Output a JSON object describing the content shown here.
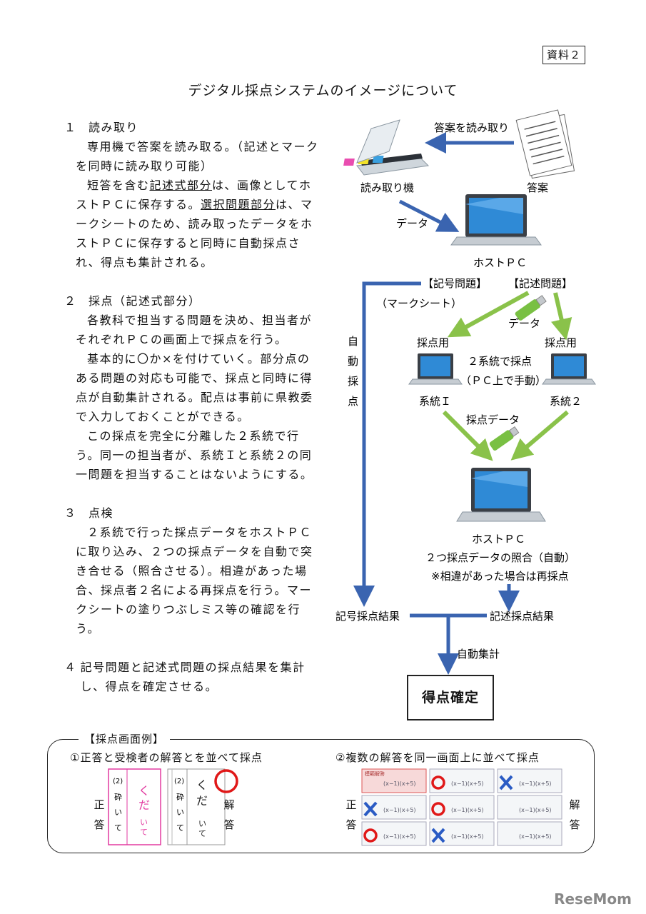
{
  "doc_tag": "資料２",
  "title": "デジタル採点システムのイメージについて",
  "sections": [
    {
      "num": "１",
      "heading": "読み取り",
      "paragraphs": [
        [
          "専用機で答案を読み取る。（記述とマークを同時に読み取り可能）"
        ],
        [
          "短答を含む",
          "記述式部分",
          "は、画像としてホストＰＣに保存する。",
          "選択問題部分",
          "は、マークシートのため、読み取ったデータをホストＰＣに保存すると同時に自動採点され、得点も集計される。"
        ]
      ]
    },
    {
      "num": "２",
      "heading": "採点（記述式部分）",
      "paragraphs": [
        [
          "各教科で担当する問題を決め、担当者がそれぞれＰＣの画面上で採点を行う。"
        ],
        [
          "基本的に〇か×を付けていく。部分点のある問題の対応も可能で、採点と同時に得点が自動集計される。配点は事前に県教委で入力しておくことができる。"
        ],
        [
          "この採点を完全に分離した２系統で行う。同一の担当者が、系統Ｉと系統２の同一問題を担当することはないようにする。"
        ]
      ]
    },
    {
      "num": "３",
      "heading": "点検",
      "paragraphs": [
        [
          "２系統で行った採点データをホストＰＣに取り込み、２つの採点データを自動で突き合せる（照合させる）。相違があった場合、採点者２名による再採点を行う。マークシートの塗りつぶしミス等の確認を行う。"
        ]
      ]
    },
    {
      "num": "４",
      "heading": "記号問題と記述式問題の採点結果を集計し、得点を確定させる。",
      "paragraphs": []
    }
  ],
  "diagram": {
    "read_answers": "答案を読み取り",
    "scanner": "読み取り機",
    "answers": "答案",
    "data": "データ",
    "host_pc": "ホストＰＣ",
    "symbol_q": "【記号問題】",
    "written_q": "【記述問題】",
    "mark_sheet": "（マークシート）",
    "data2": "データ",
    "auto_scoring": "自動採点",
    "grading_pc": "採点用",
    "two_systems_1": "２系統で採点",
    "two_systems_2": "（ＰＣ上で手動）",
    "system1": "系統Ｉ",
    "system2": "系統２",
    "scoring_data": "採点データ",
    "host_pc2": "ホストＰＣ",
    "compare": "２つ採点データの照合（自動）",
    "recheck": "※相違があった場合は再採点",
    "symbol_result": "記号採点結果",
    "written_result": "記述採点結果",
    "auto_total": "自動集計",
    "final": "得点確定"
  },
  "example": {
    "title": "【採点画面例】",
    "ex1": "①正答と受検者の解答とを並べて採点",
    "ex2": "②複数の解答を同一画面上に並べて採点",
    "correct": "正答",
    "answer": "解答",
    "q_num": "(2)",
    "q_word": "砕いて",
    "q_ans": "くだいて",
    "sheet_header": "模範解答",
    "formula": "(x−1)(x+5)"
  },
  "logo": "ReseMom",
  "colors": {
    "arrow": "#3a64b0",
    "green": "#8ac24a",
    "red": "#e01818",
    "blue_x": "#2a5bc4",
    "pink": "#e23aa0"
  }
}
